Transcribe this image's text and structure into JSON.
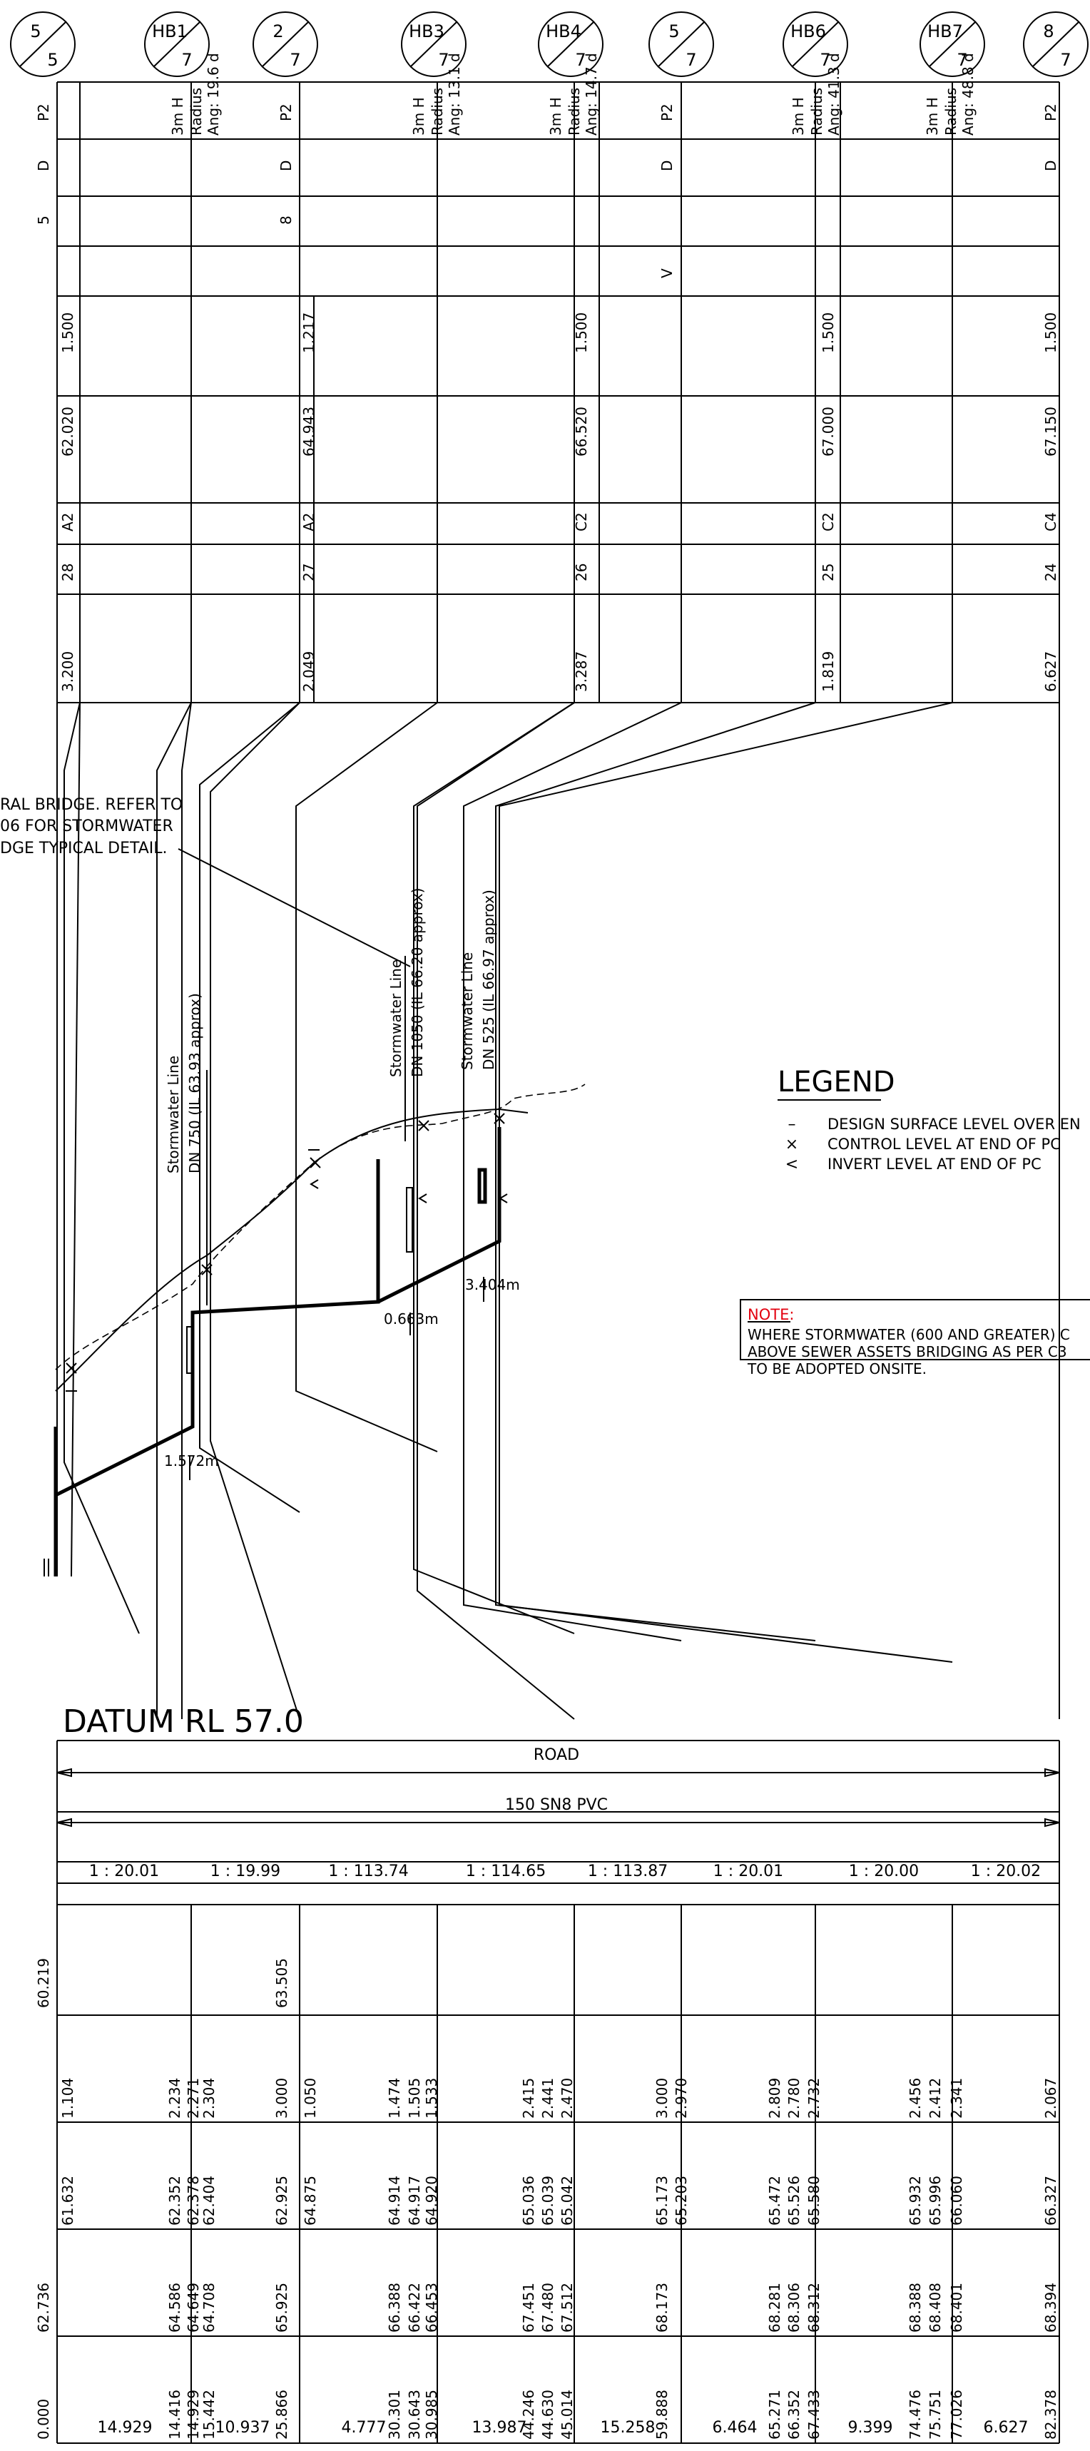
{
  "pits": [
    {
      "top": "5",
      "bottom": "5"
    },
    {
      "top": "HB1",
      "bottom": "7"
    },
    {
      "top": "2",
      "bottom": "7"
    },
    {
      "top": "HB3",
      "bottom": "7"
    },
    {
      "top": "HB4",
      "bottom": "7"
    },
    {
      "top": "5",
      "bottom": "7"
    },
    {
      "top": "HB6",
      "bottom": "7"
    },
    {
      "top": "HB7",
      "bottom": "7"
    },
    {
      "top": "8",
      "bottom": "7"
    }
  ],
  "top_table": {
    "pit_types": [
      "P2",
      "P2",
      "P2",
      "P2"
    ],
    "bend_notes": [
      {
        "h": "3m H",
        "radius": "Radius",
        "ang": "Ang: 19.6 d"
      },
      {
        "h": "3m H",
        "radius": "Radius",
        "ang": "Ang: 13.1 d"
      },
      {
        "h": "3m H",
        "radius": "Radius",
        "ang": "Ang: 14.7 d"
      },
      {
        "h": "3m H",
        "radius": "Radius",
        "ang": "Ang: 41.3 d"
      },
      {
        "h": "3m H",
        "radius": "Radius",
        "ang": "Ang: 48.8 d"
      }
    ],
    "d_marks": [
      "D",
      "D",
      "D",
      "D"
    ],
    "row3": [
      "5",
      "8"
    ],
    "row4": [
      "V"
    ],
    "depths": [
      "1.500",
      "1.217",
      "1.500",
      "1.500",
      "1.500"
    ],
    "levels": [
      "62.020",
      "64.943",
      "66.520",
      "67.000",
      "67.150"
    ],
    "classes": [
      "A2",
      "A2",
      "C2",
      "C2",
      "C4"
    ],
    "numbers": [
      "28",
      "27",
      "26",
      "25",
      "24"
    ],
    "distances": [
      "3.200",
      "2.049",
      "3.287",
      "1.819",
      "6.627"
    ]
  },
  "annotations": {
    "bridge_note": [
      "RAL BRIDGE. REFER TO",
      "06 FOR STORMWATER",
      "DGE TYPICAL DETAIL."
    ],
    "stormwater_labels": [
      {
        "title": "Stormwater Line",
        "spec": "DN 750 (IL 63.93 approx)"
      },
      {
        "title": "Stormwater Line",
        "spec": "DN 1050 (IL 66.20 approx)"
      },
      {
        "title": "Stormwater Line",
        "spec": "DN 525 (IL 66.97 approx)"
      }
    ],
    "clearances": [
      "1.572m",
      "0.663m",
      "3.404m"
    ]
  },
  "legend": {
    "title": "LEGEND",
    "items": [
      {
        "symbol": "–",
        "text": "DESIGN SURFACE LEVEL OVER EN"
      },
      {
        "symbol": "×",
        "text": "CONTROL LEVEL AT END OF PC"
      },
      {
        "symbol": "<",
        "text": "INVERT LEVEL AT END OF PC"
      }
    ]
  },
  "note": {
    "label": "NOTE:",
    "lines": [
      "WHERE STORMWATER (600 AND GREATER) C",
      "ABOVE SEWER ASSETS BRIDGING AS PER C3",
      "TO BE ADOPTED ONSITE."
    ],
    "label_color": "#e3000f"
  },
  "datum": "DATUM RL 57.0",
  "bottom_table": {
    "road": "ROAD",
    "pipe": "150 SN8 PVC",
    "grades": [
      "1 : 20.01",
      "1 : 19.99",
      "1 : 113.74",
      "1 : 114.65",
      "1 : 113.87",
      "1 : 20.01",
      "1 : 20.00",
      "1 : 20.02"
    ],
    "row1": [
      "60.219",
      "63.505"
    ],
    "depth_row": [
      "1.104",
      "2.234",
      "2.271",
      "2.304",
      "3.000",
      "1.050",
      "1.474",
      "1.505",
      "1.533",
      "2.415",
      "2.441",
      "2.470",
      "3.000",
      "2.970",
      "2.809",
      "2.780",
      "2.732",
      "2.456",
      "2.412",
      "2.341",
      "2.067"
    ],
    "invert_row": [
      "61.632",
      "62.352",
      "62.378",
      "62.404",
      "62.925",
      "64.875",
      "64.914",
      "64.917",
      "64.920",
      "65.036",
      "65.039",
      "65.042",
      "65.173",
      "65.203",
      "65.472",
      "65.526",
      "65.580",
      "65.932",
      "65.996",
      "66.060",
      "66.327"
    ],
    "surface_row": [
      "62.736",
      "64.586",
      "64.649",
      "64.708",
      "65.925",
      "66.388",
      "66.422",
      "66.453",
      "67.451",
      "67.480",
      "67.512",
      "68.173",
      "68.281",
      "68.306",
      "68.312",
      "68.388",
      "68.408",
      "68.401",
      "68.394"
    ],
    "chainage_row": [
      "0.000",
      "14.416",
      "14.929",
      "15.442",
      "25.866",
      "30.301",
      "30.643",
      "30.985",
      "44.246",
      "44.630",
      "45.014",
      "59.888",
      "65.271",
      "66.352",
      "67.433",
      "74.476",
      "75.751",
      "77.026",
      "82.378"
    ],
    "lengths": [
      "14.929",
      "10.937",
      "4.777",
      "13.987",
      "15.258",
      "6.464",
      "9.399",
      "6.627"
    ]
  }
}
